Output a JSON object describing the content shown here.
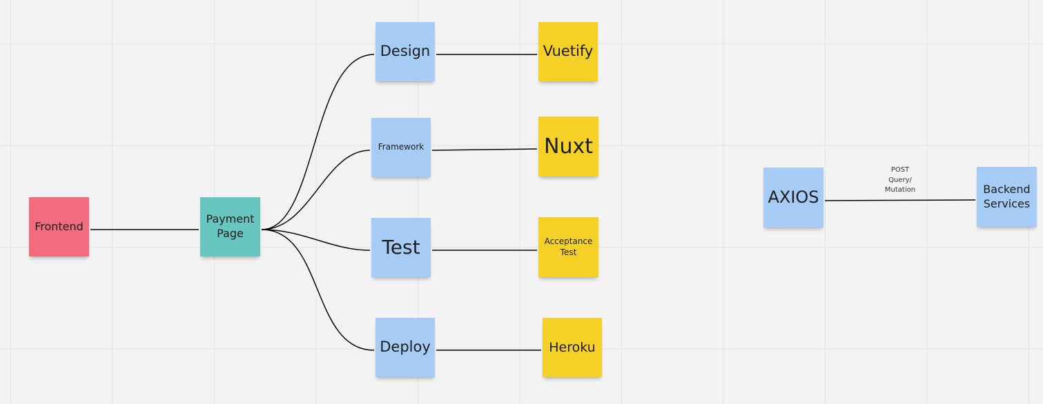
{
  "colors": {
    "background": "#f3f3f3",
    "grid": "#e4e4e4",
    "connector": "#050505",
    "note_red": "#f16c7f",
    "note_teal": "#67c6c0",
    "note_blue": "#a6ccf5",
    "note_yellow": "#f5d128"
  },
  "notes": {
    "frontend": {
      "lines": [
        "Frontend"
      ],
      "color": "red"
    },
    "payment_page": {
      "lines": [
        "Payment",
        "Page"
      ],
      "color": "teal"
    },
    "design": {
      "lines": [
        "Design"
      ],
      "color": "blue"
    },
    "framework": {
      "lines": [
        "Framework"
      ],
      "color": "blue"
    },
    "test": {
      "lines": [
        "Test"
      ],
      "color": "blue"
    },
    "deploy": {
      "lines": [
        "Deploy"
      ],
      "color": "blue"
    },
    "vuetify": {
      "lines": [
        "Vuetify"
      ],
      "color": "yellow"
    },
    "nuxt": {
      "lines": [
        "Nuxt"
      ],
      "color": "yellow"
    },
    "acceptance_test": {
      "lines": [
        "Acceptance",
        "Test"
      ],
      "color": "yellow"
    },
    "heroku": {
      "lines": [
        "Heroku"
      ],
      "color": "yellow"
    },
    "axios": {
      "lines": [
        "AXIOS"
      ],
      "color": "blue"
    },
    "backend_services": {
      "lines": [
        "Backend",
        "Services"
      ],
      "color": "blue"
    }
  },
  "edges": [
    {
      "from": "frontend",
      "to": "payment_page"
    },
    {
      "from": "payment_page",
      "to": "design"
    },
    {
      "from": "payment_page",
      "to": "framework"
    },
    {
      "from": "payment_page",
      "to": "test"
    },
    {
      "from": "payment_page",
      "to": "deploy"
    },
    {
      "from": "design",
      "to": "vuetify"
    },
    {
      "from": "framework",
      "to": "nuxt"
    },
    {
      "from": "test",
      "to": "acceptance_test"
    },
    {
      "from": "deploy",
      "to": "heroku"
    },
    {
      "from": "axios",
      "to": "backend_services",
      "label": [
        "POST",
        "Query/",
        "Mutation"
      ]
    }
  ]
}
